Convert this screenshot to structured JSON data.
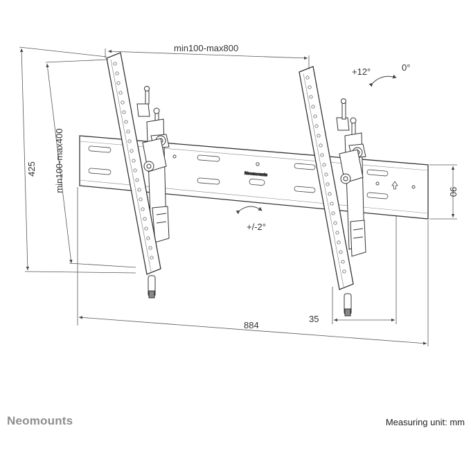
{
  "diagram": {
    "dimensions": {
      "vesa_width": "min100-max800",
      "vesa_height": "min100-max400",
      "overall_height": "425",
      "overall_width": "884",
      "depth": "35",
      "rail_height": "90"
    },
    "angles": {
      "tilt": "+12°",
      "tilt_zero": "0°",
      "level_adjust": "+/-2°"
    },
    "plate_brand": "Neomounts"
  },
  "footer": {
    "brand": "Neomounts",
    "unit_note": "Measuring unit: mm"
  }
}
